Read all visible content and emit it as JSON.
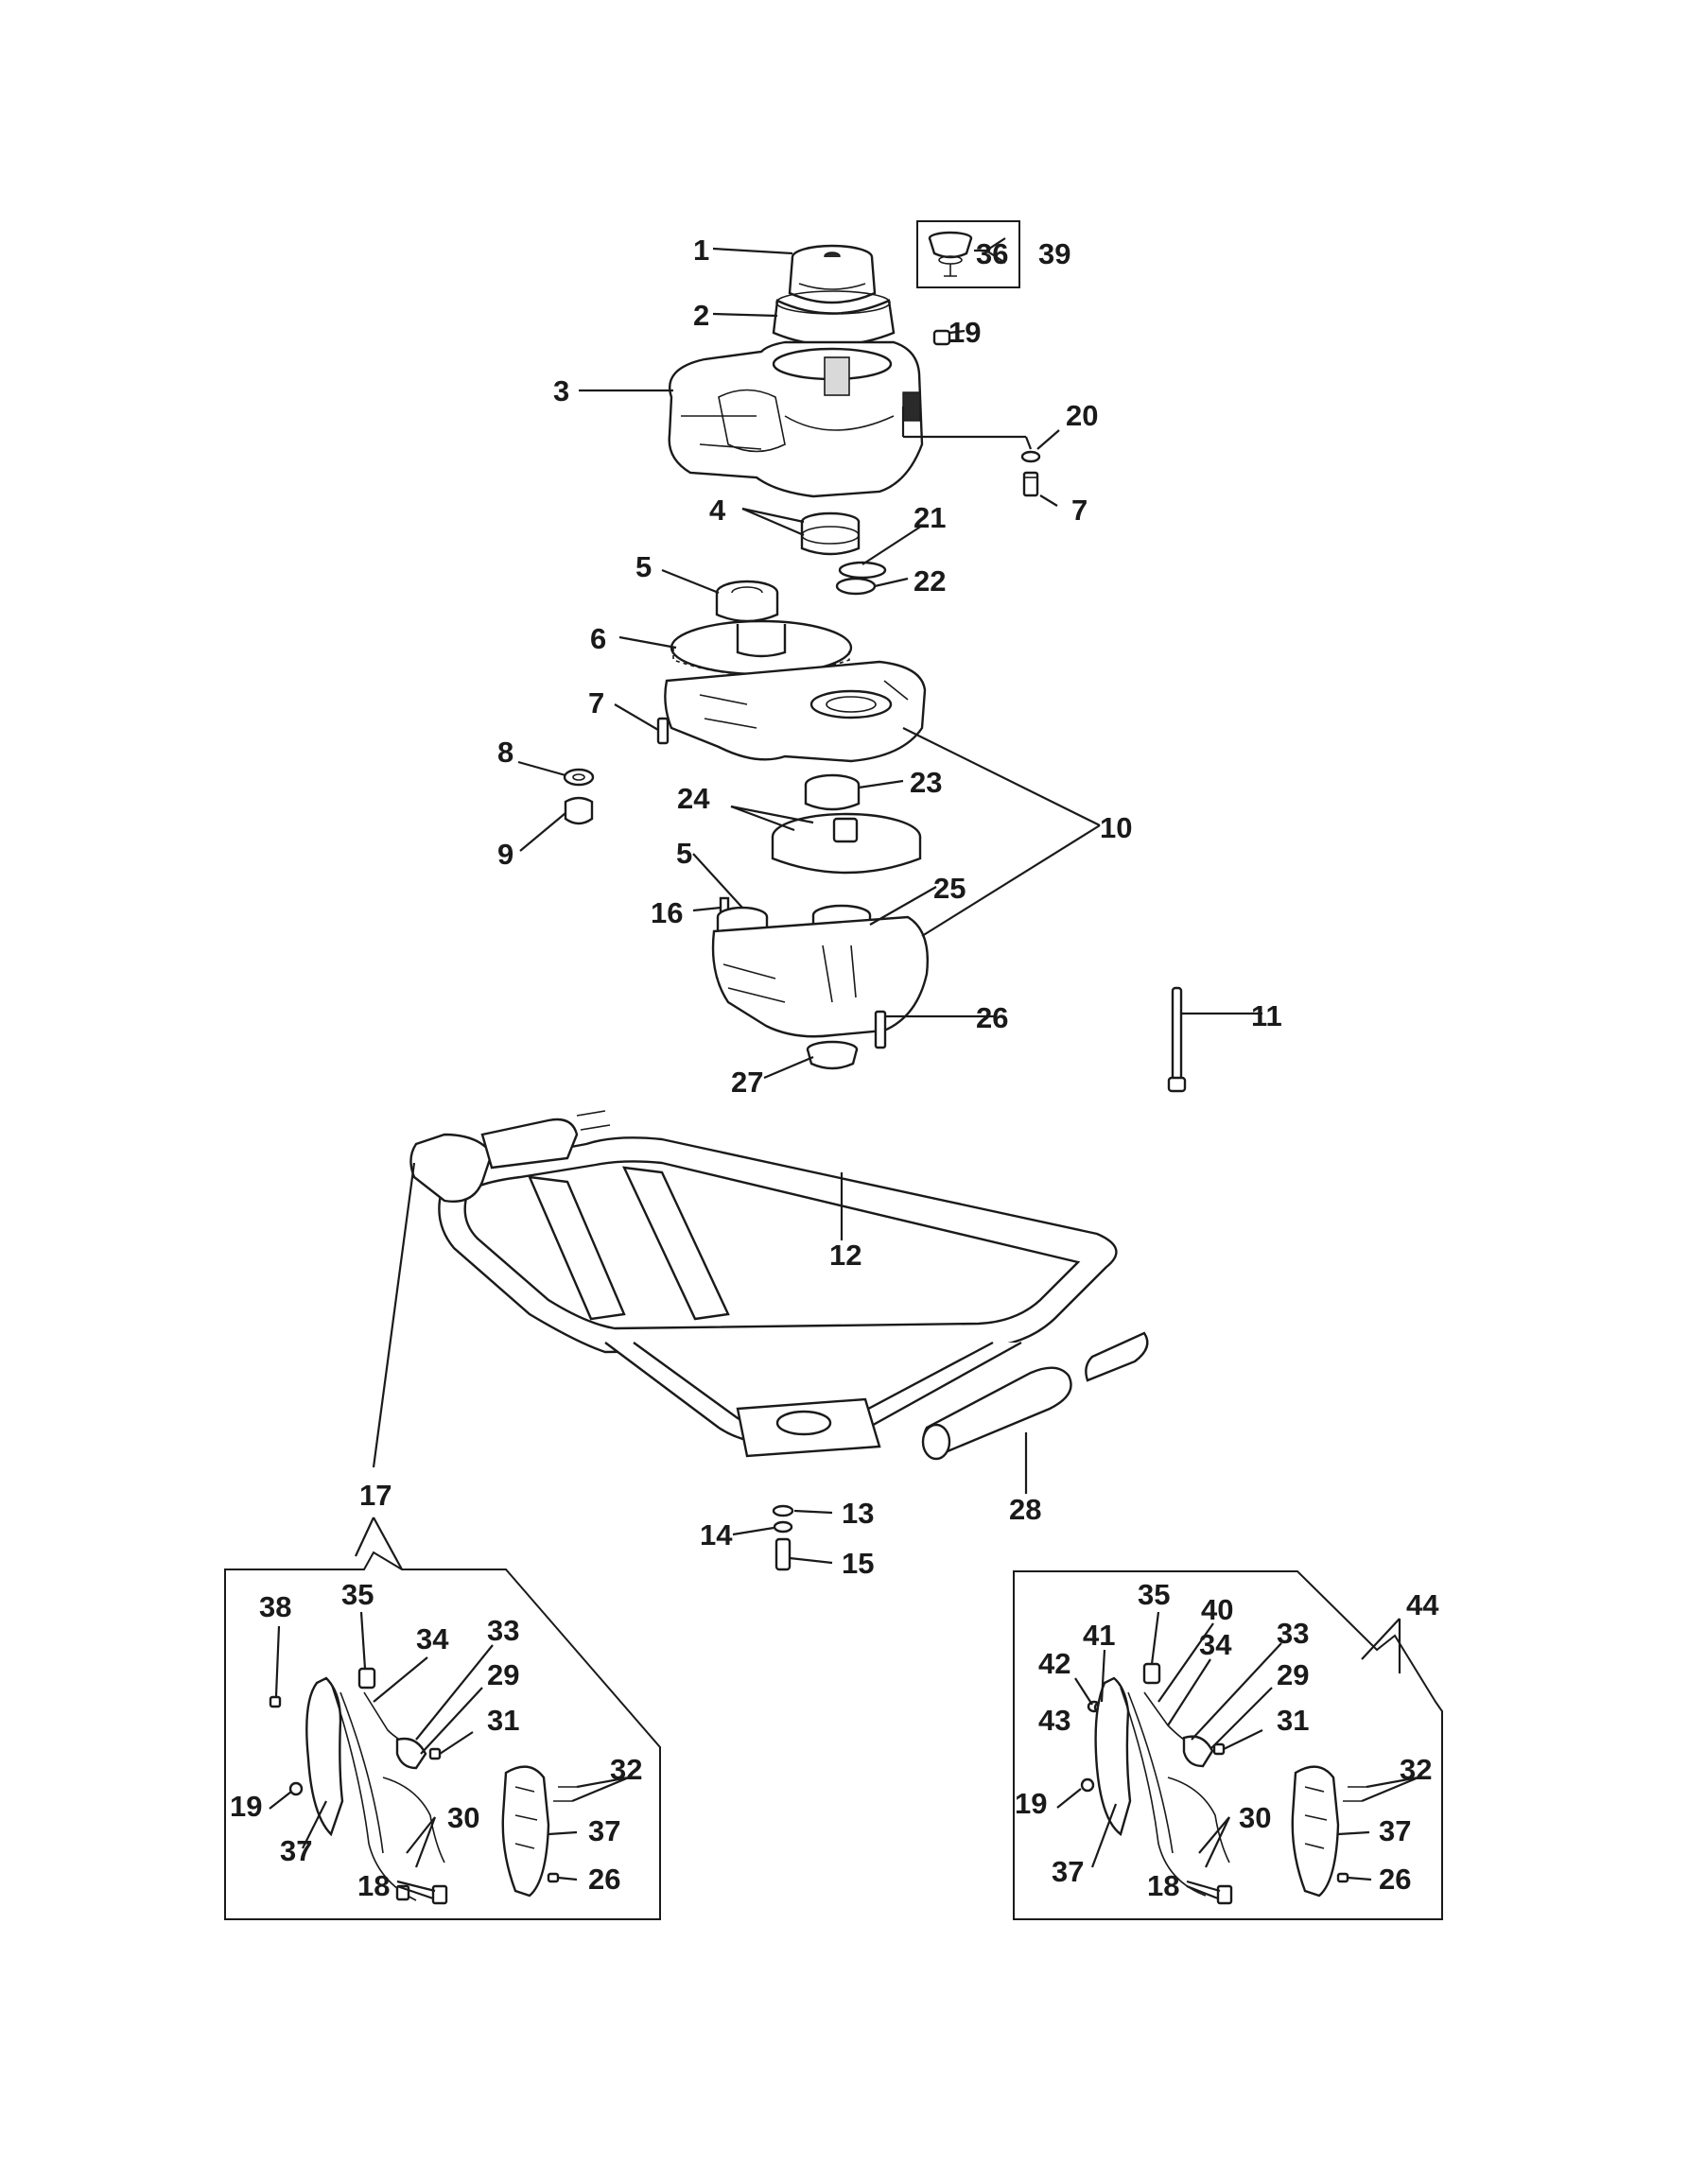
{
  "diagram": {
    "type": "exploded parts diagram",
    "labels": {
      "l1": "1",
      "l2": "2",
      "l3": "3",
      "l4": "4",
      "l5a": "5",
      "l5b": "5",
      "l6": "6",
      "l7a": "7",
      "l7b": "7",
      "l8": "8",
      "l9": "9",
      "l10": "10",
      "l11": "11",
      "l12": "12",
      "l13": "13",
      "l14": "14",
      "l15": "15",
      "l16": "16",
      "l17": "17",
      "l19": "19",
      "l20": "20",
      "l21": "21",
      "l22": "22",
      "l23": "23",
      "l24": "24",
      "l25": "25",
      "l26": "26",
      "l27": "27",
      "l28": "28",
      "l36": "36",
      "l39": "39",
      "l44": "44"
    },
    "left_inset": {
      "labels": {
        "l38": "38",
        "l35": "35",
        "l34": "34",
        "l33": "33",
        "l29": "29",
        "l31": "31",
        "l32": "32",
        "l19": "19",
        "l37a": "37",
        "l37b": "37",
        "l30": "30",
        "l26": "26",
        "l18": "18"
      }
    },
    "right_inset": {
      "labels": {
        "l35": "35",
        "l40": "40",
        "l41": "41",
        "l42": "42",
        "l34": "34",
        "l33": "33",
        "l29": "29",
        "l43": "43",
        "l31": "31",
        "l32": "32",
        "l19": "19",
        "l37a": "37",
        "l37b": "37",
        "l30": "30",
        "l26": "26",
        "l18": "18"
      }
    }
  }
}
